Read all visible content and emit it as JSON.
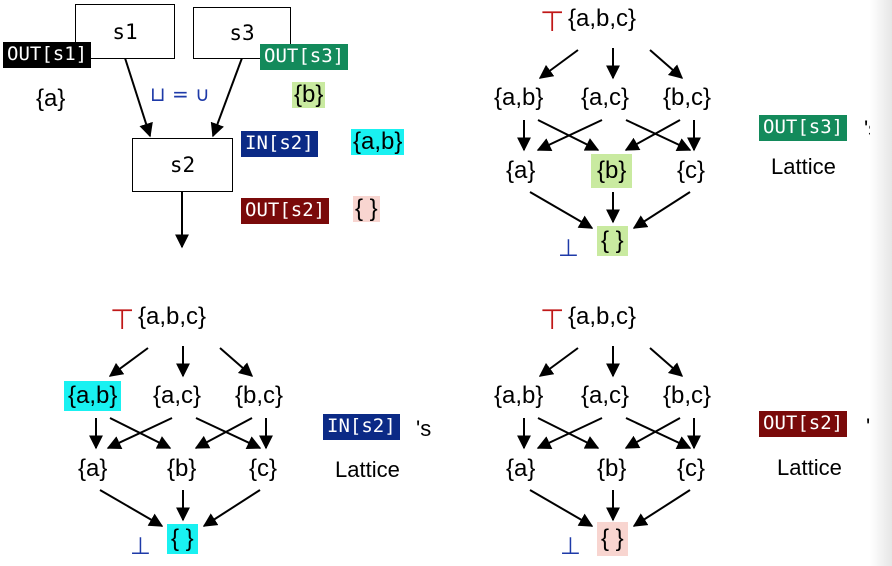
{
  "cfg": {
    "s1": "s1",
    "s3": "s3",
    "s2": "s2",
    "out_s1": "OUT[s1]",
    "out_s3": "OUT[s3]",
    "in_s2": "IN[s2]",
    "out_s2": "OUT[s2]",
    "set_a": "{a}",
    "set_b": "{b}",
    "set_ab": "{a,b}",
    "set_empty": "{ }",
    "join_rule": "⊔ = ∪"
  },
  "lattice": {
    "top_symbol": "⊤",
    "bottom_symbol": "⊥",
    "top_set": "{a,b,c}",
    "pair_ab": "{a,b}",
    "pair_ac": "{a,c}",
    "pair_bc": "{b,c}",
    "single_a": "{a}",
    "single_b": "{b}",
    "single_c": "{c}",
    "empty": "{ }"
  },
  "captions": {
    "out_s3_tag": "OUT[s3]",
    "in_s2_tag": "IN[s2]",
    "out_s2_tag": "OUT[s2]",
    "possessive": "'s",
    "lattice_word": "Lattice"
  },
  "colors": {
    "out_s1_tag": "#000000",
    "out_s3_tag": "#138a5b",
    "in_s2_tag": "#0b2a86",
    "out_s2_tag": "#7a0a0a",
    "highlight_green": "#c9eaa0",
    "highlight_cyan": "#19f1f1",
    "highlight_pink": "#f8d5d0",
    "top_symbol": "#c01818",
    "bottom_symbol": "#1e3aa8"
  }
}
